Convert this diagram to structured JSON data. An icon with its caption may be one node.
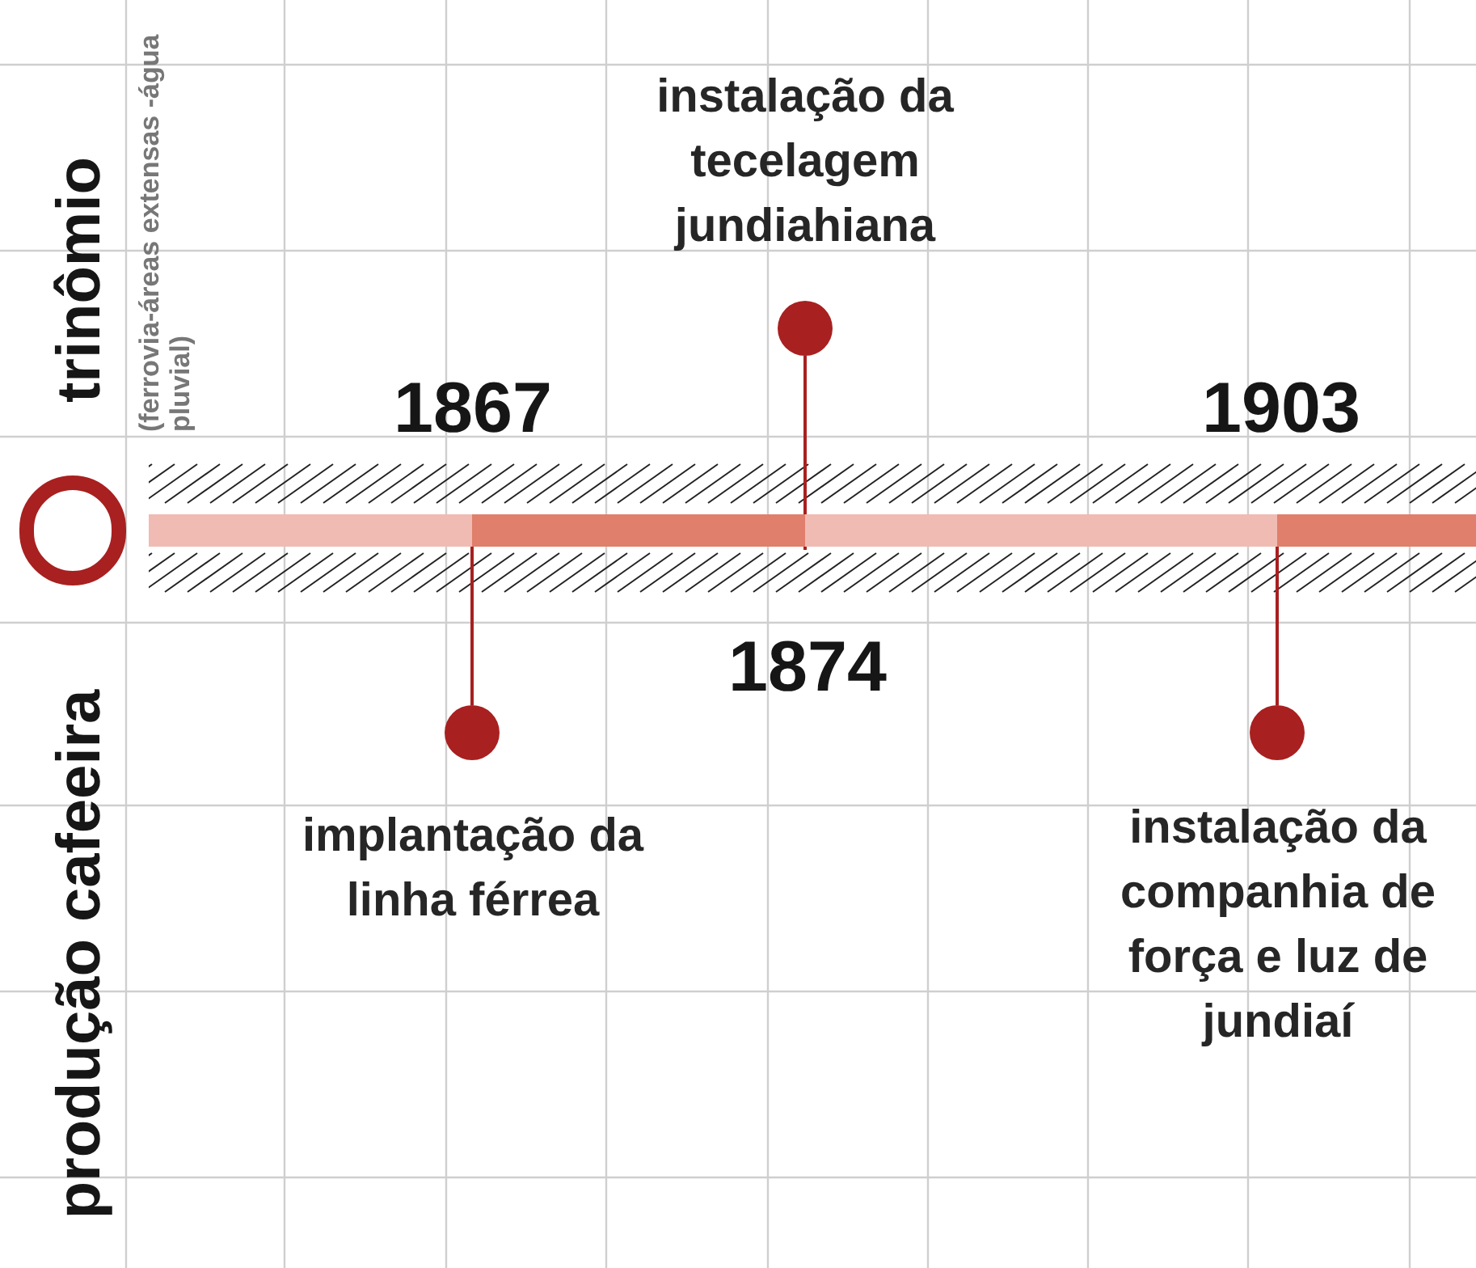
{
  "diagram": {
    "nodes": [
      {
        "text": [],
        "shape": "circle"
      },
      {
        "text": [],
        "shape": "bar"
      },
      {
        "text": [],
        "shape": "circle",
        "beside": [
          "implantação da linha férrea"
        ]
      },
      {
        "text": [],
        "shape": "circle",
        "beside": [
          "instalação da tecelagem jundiahiana"
        ]
      },
      {
        "text": [],
        "shape": "circle",
        "beside": [
          "instalação da companhia de força e luz de jundiaí"
        ]
      }
    ],
    "edges": [
      {
        "from": 1,
        "to": 2,
        "arrow": "none",
        "color": "#a82020"
      },
      {
        "from": 1,
        "to": 3,
        "arrow": "none",
        "color": "#a82020"
      },
      {
        "from": 1,
        "to": 4,
        "arrow": "none",
        "color": "#a82020"
      }
    ],
    "labels": [
      "trinômio",
      "(ferrovia-áreas extensas -água pluvial)",
      "1867",
      "1903",
      "1874",
      "produção cafeeira"
    ]
  }
}
